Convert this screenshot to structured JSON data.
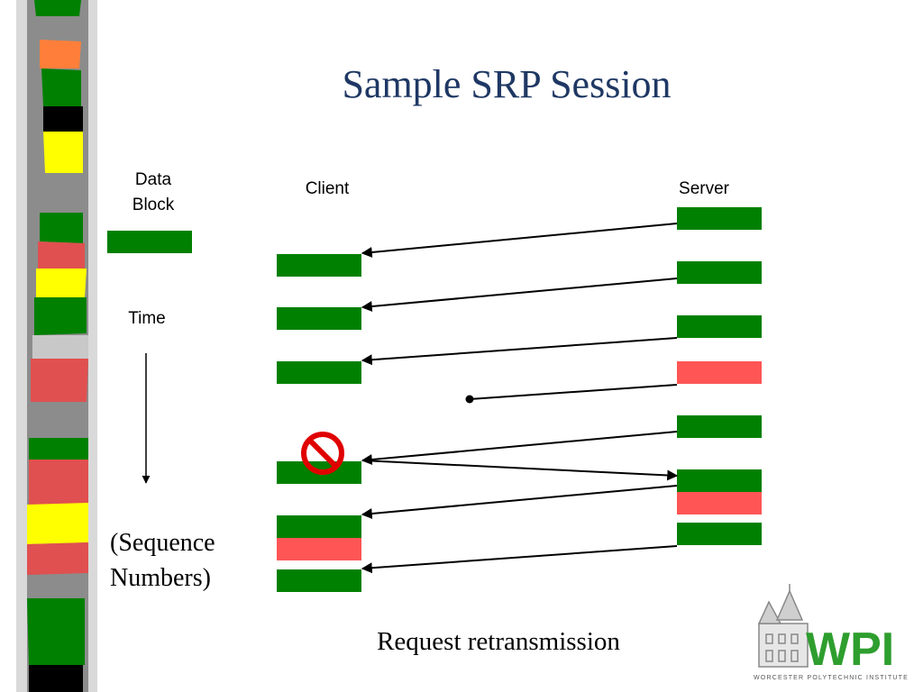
{
  "slide": {
    "title": "Sample SRP Session",
    "legend_label_line1": "Data",
    "legend_label_line2": "Block",
    "time_label": "Time",
    "sequence_label_line1": "(Sequence",
    "sequence_label_line2": "Numbers)",
    "client_label": "Client",
    "server_label": "Server",
    "caption": "Request retransmission"
  },
  "logo": {
    "text": "WPI",
    "tagline": "WORCESTER POLYTECHNIC INSTITUTE"
  },
  "colors": {
    "title": "#1F3864",
    "block_ok": "#008000",
    "block_lost": "#FF5555",
    "no_sign": "#E00000",
    "logo_green": "#2E9E2E",
    "logo_red": "#E03020"
  },
  "diagram": {
    "client_blocks": [
      "ok",
      "ok",
      "ok",
      "ok",
      "ok",
      "lost",
      "ok"
    ],
    "server_blocks": [
      "ok",
      "ok",
      "ok",
      "lost",
      "ok",
      "ok",
      "lost",
      "ok"
    ],
    "retransmission_request_icon": "no-entry-icon"
  }
}
